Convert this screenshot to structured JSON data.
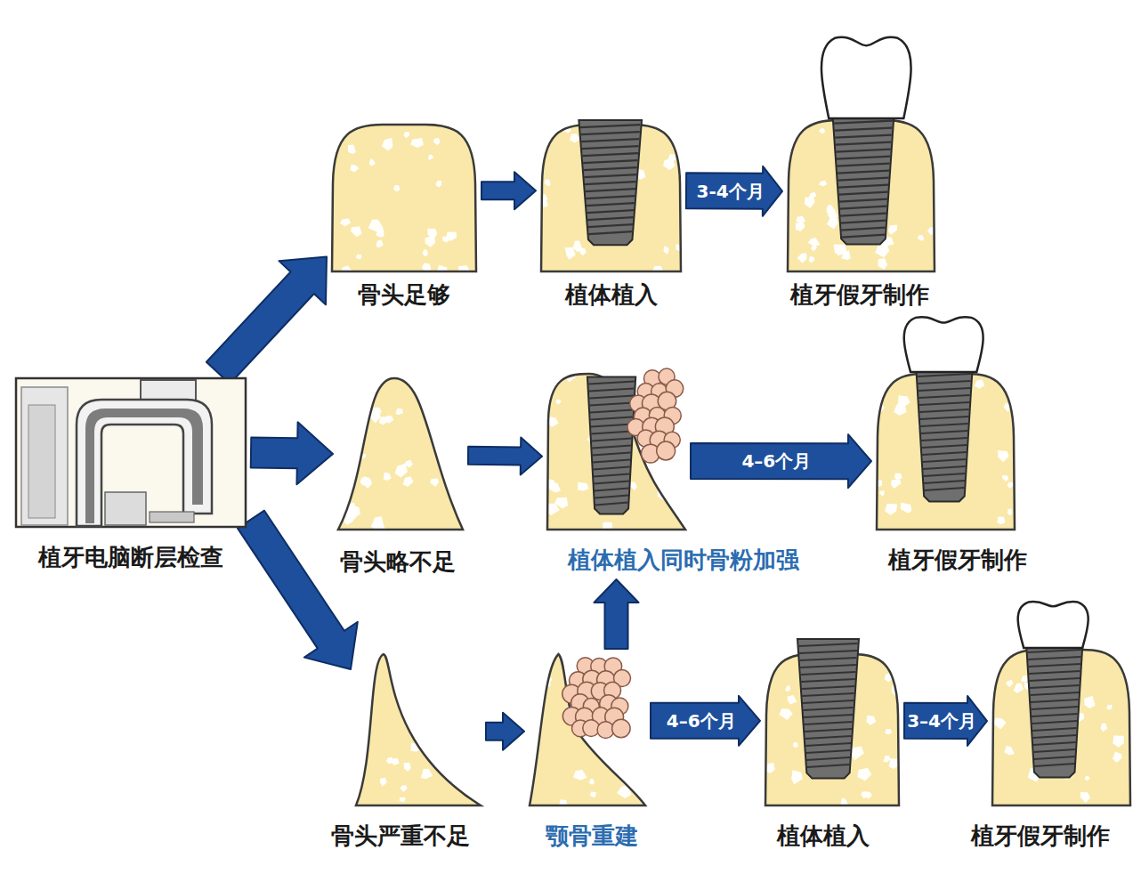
{
  "diagram": {
    "nodes": [
      {
        "text": [
          "植牙电脑断层检查"
        ]
      },
      {
        "text": [
          "骨头足够"
        ]
      },
      {
        "text": [
          "植体植入"
        ]
      },
      {
        "text": [
          "植牙假牙制作"
        ]
      },
      {
        "text": [
          "骨头略不足"
        ]
      },
      {
        "text": [
          "植体植入同时骨粉加强"
        ]
      },
      {
        "text": [
          "植牙假牙制作"
        ]
      },
      {
        "text": [
          "骨头严重不足"
        ]
      },
      {
        "text": [
          "颚骨重建"
        ]
      },
      {
        "text": [
          "植体植入"
        ]
      },
      {
        "text": [
          "植牙假牙制作"
        ]
      }
    ],
    "edges": [
      {
        "from": 0,
        "to": 1,
        "arrow": "to"
      },
      {
        "from": 0,
        "to": 4,
        "arrow": "to"
      },
      {
        "from": 0,
        "to": 7,
        "arrow": "to"
      },
      {
        "from": 1,
        "to": 2,
        "arrow": "to"
      },
      {
        "from": 2,
        "to": 3,
        "arrow": "to",
        "label": "3-4个月"
      },
      {
        "from": 4,
        "to": 5,
        "arrow": "to"
      },
      {
        "from": 5,
        "to": 6,
        "arrow": "to",
        "label": "4–6个月"
      },
      {
        "from": 8,
        "to": 5,
        "arrow": "to"
      },
      {
        "from": 7,
        "to": 8,
        "arrow": "to"
      },
      {
        "from": 8,
        "to": 9,
        "arrow": "to",
        "label": "4–6个月"
      },
      {
        "from": 9,
        "to": 10,
        "arrow": "to",
        "label": "3–4个月"
      }
    ]
  }
}
